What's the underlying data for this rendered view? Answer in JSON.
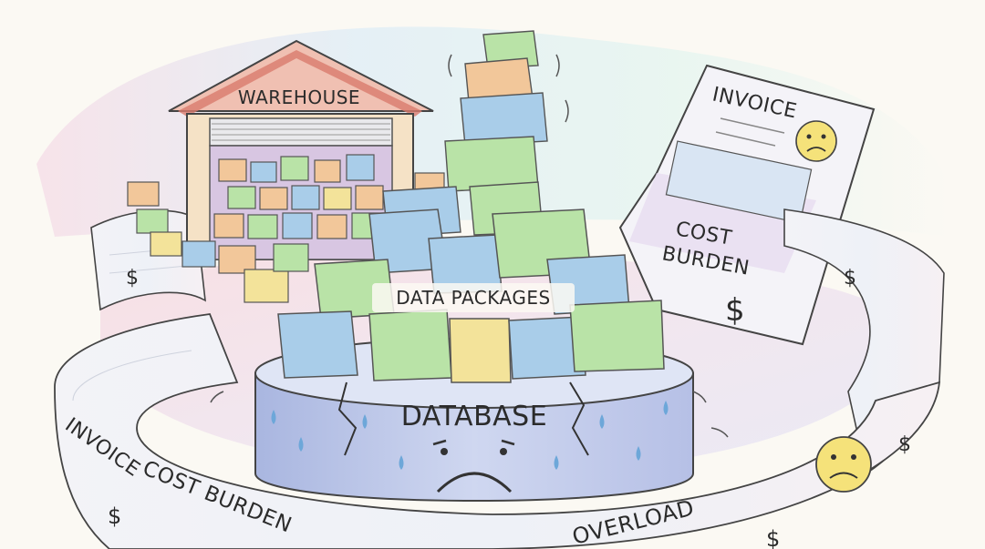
{
  "warehouse": {
    "label": "WAREHOUSE"
  },
  "packages": {
    "label": "DATA PACKAGES"
  },
  "database": {
    "label": "DATABASE",
    "mood": "sad-face"
  },
  "invoice_doc": {
    "title": "INVOICE",
    "line1": "COST",
    "line2": "BURDEN",
    "currency_symbol": "$"
  },
  "ribbon": {
    "invoice_text": "INVOICE",
    "cost_burden_text": "COST BURDEN",
    "overload_text": "OVERLOAD",
    "currency_symbol": "$"
  },
  "colors": {
    "box_orange": "#f2c79a",
    "box_green": "#b9e3a7",
    "box_blue": "#a9cde9",
    "box_yellow": "#f3e39a",
    "db_blue": "#b8c6e6",
    "money_green": "#2f9a4a",
    "roof_red": "#d97a6d",
    "face_yellow": "#f5e27a"
  }
}
